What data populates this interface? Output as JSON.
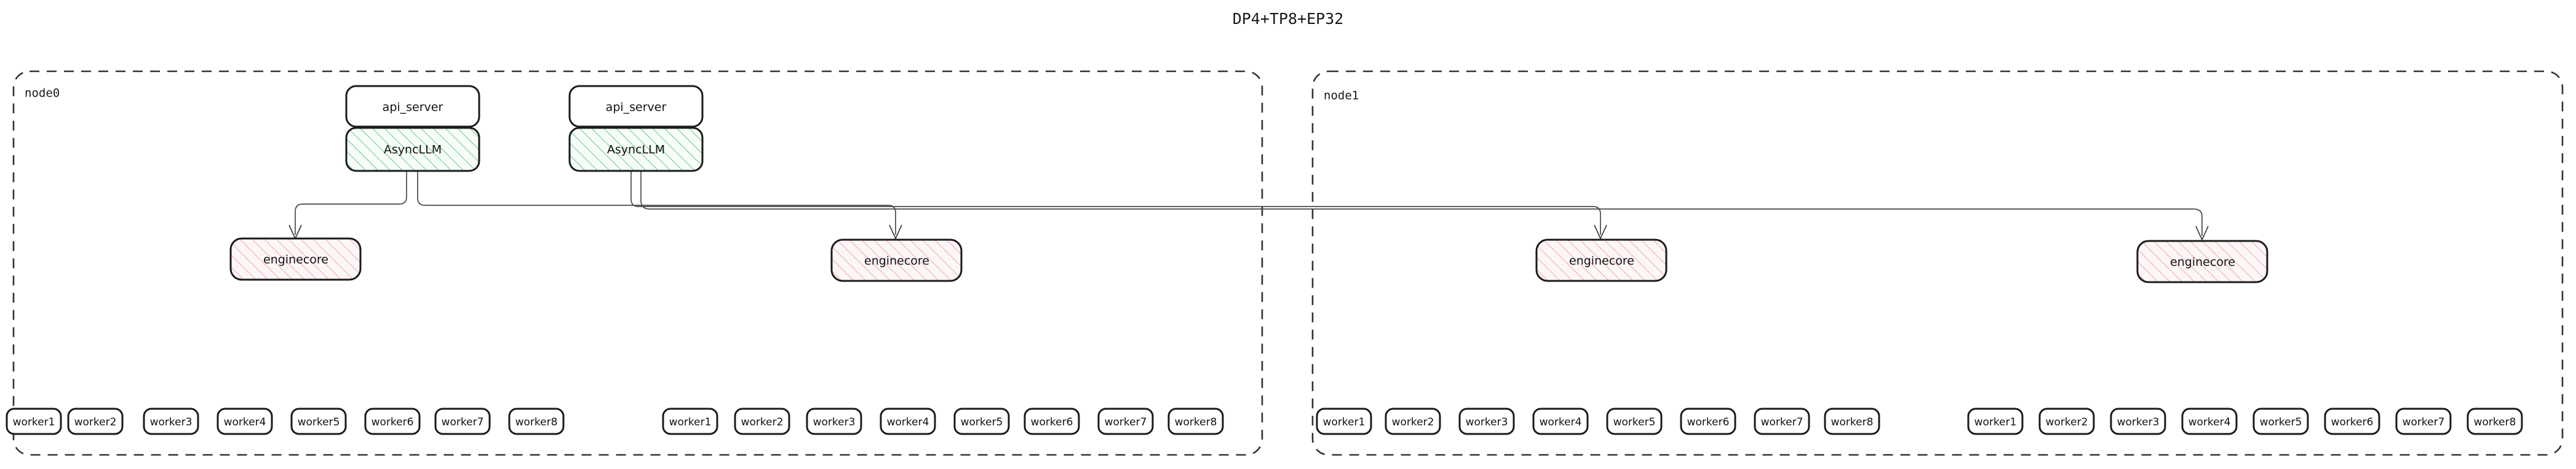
{
  "title": "DP4+TP8+EP32",
  "colors": {
    "background": "#ffffff",
    "box_stroke": "#1b1b1b",
    "cluster_stroke": "#333333",
    "asyncllm_hatch": "#5fc27e",
    "asyncllm_fill": "#f4fbf6",
    "enginecore_hatch": "#e8a0a3",
    "enginecore_fill": "#fdf5f6",
    "edge_stroke": "#4a4a4a",
    "text": "#111111"
  },
  "nodes": [
    {
      "id": "node0",
      "label": "node0",
      "api_servers": [
        {
          "api_label": "api_server",
          "engine_label": "AsyncLLM"
        },
        {
          "api_label": "api_server",
          "engine_label": "AsyncLLM"
        }
      ],
      "enginecores": [
        {
          "label": "enginecore",
          "workers": [
            "worker1",
            "worker2",
            "worker3",
            "worker4",
            "worker5",
            "worker6",
            "worker7",
            "worker8"
          ]
        },
        {
          "label": "enginecore",
          "workers": [
            "worker1",
            "worker2",
            "worker3",
            "worker4",
            "worker5",
            "worker6",
            "worker7",
            "worker8"
          ]
        }
      ]
    },
    {
      "id": "node1",
      "label": "node1",
      "api_servers": [],
      "enginecores": [
        {
          "label": "enginecore",
          "workers": [
            "worker1",
            "worker2",
            "worker3",
            "worker4",
            "worker5",
            "worker6",
            "worker7",
            "worker8"
          ]
        },
        {
          "label": "enginecore",
          "workers": [
            "worker1",
            "worker2",
            "worker3",
            "worker4",
            "worker5",
            "worker6",
            "worker7",
            "worker8"
          ]
        }
      ]
    }
  ]
}
